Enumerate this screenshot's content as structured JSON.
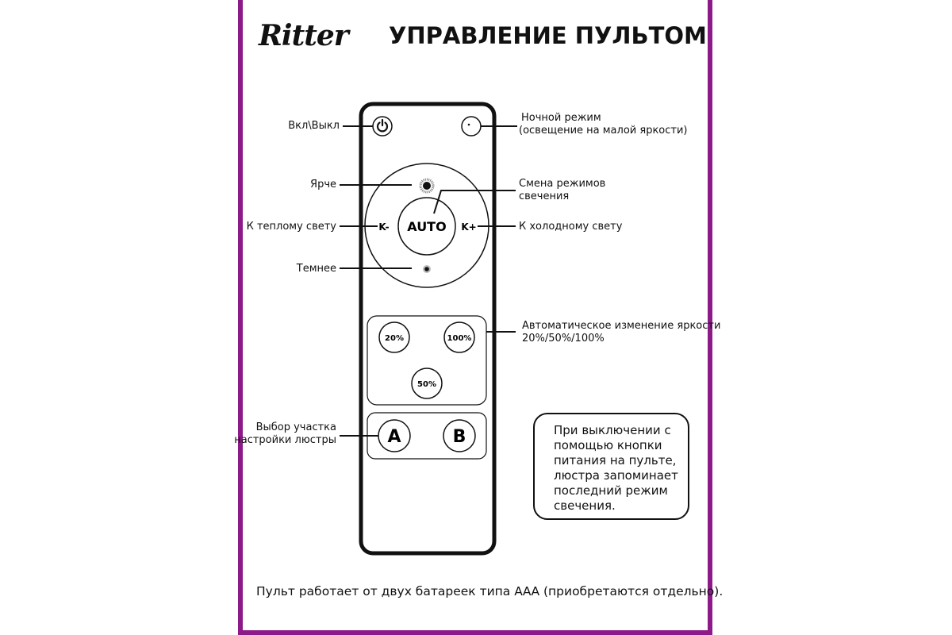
{
  "header": {
    "logo": "Ritter",
    "title": "УПРАВЛЕНИЕ ПУЛЬТОМ"
  },
  "remote": {
    "auto": "AUTO",
    "k_minus": "K-",
    "k_plus": "K+",
    "pct_20": "20%",
    "pct_100": "100%",
    "pct_50": "50%",
    "zone_a": "A",
    "zone_b": "B"
  },
  "labels": {
    "power": "Вкл\\Выкл",
    "night_1": "Ночной режим",
    "night_2": "(освещение на малой яркости)",
    "brighter": "Ярче",
    "mode_1": "Смена режимов",
    "mode_2": "свечения",
    "warm": "К теплому свету",
    "cold": "К холодному свету",
    "darker": "Темнее",
    "auto_brightness_1": "Автоматическое изменение яркости",
    "auto_brightness_2": "20%/50%/100%",
    "zone_1": "Выбор участка",
    "zone_2": "настройки люстры"
  },
  "note": [
    "При выключении с",
    "помощью кнопки",
    "питания на пульте,",
    "люстра запоминает",
    "последний режим",
    "свечения."
  ],
  "footer": "Пульт работает от двух батареек типа ААА (приобретаются отдельно).",
  "colors": {
    "frame": "#8e1a8a",
    "ink": "#111111"
  }
}
